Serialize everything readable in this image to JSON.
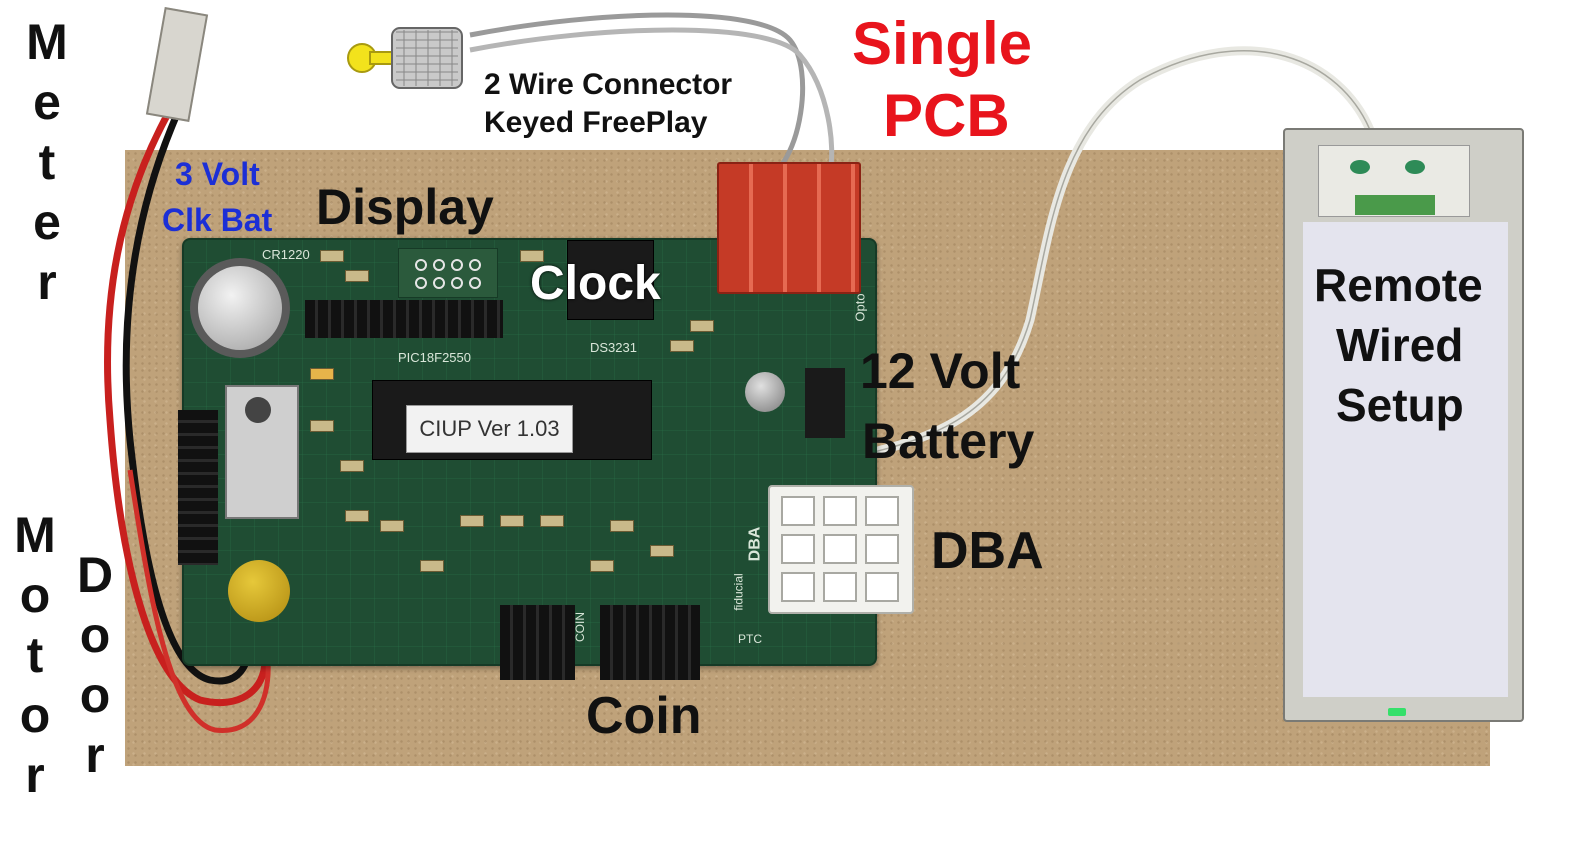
{
  "labels": {
    "meter": [
      "M",
      "e",
      "t",
      "e",
      "r"
    ],
    "motor": [
      "M",
      "o",
      "t",
      "o",
      "r"
    ],
    "door": [
      "D",
      "o",
      "o",
      "r"
    ],
    "clk_bat_line1": "3 Volt",
    "clk_bat_line2": "Clk Bat",
    "display": "Display",
    "clock": "Clock",
    "connector_line1": "2 Wire Connector",
    "connector_line2": "Keyed FreePlay",
    "title_line1": "Single",
    "title_line2": "PCB",
    "battery_line1": "12 Volt",
    "battery_line2": "Battery",
    "dba": "DBA",
    "coin": "Coin",
    "remote_line1": "Remote",
    "remote_line2": "Wired",
    "remote_line3": "Setup"
  },
  "board_markings": {
    "chip_label": "CIUP Ver 1.03",
    "mcu": "PIC18F2550",
    "rtc": "DS3231",
    "battery_cell": "CR1220",
    "fiducial": "fiducial",
    "dba_silk": "DBA",
    "coin_silk": "COIN",
    "opto": "Opto",
    "ptc": "PTC"
  },
  "colors": {
    "title_red": "#e8141c",
    "clk_bat_blue": "#1c2fd6",
    "label_black": "#111111",
    "clock_white": "#ffffff"
  },
  "icons": {
    "keyswitch": "key-switch-icon"
  }
}
